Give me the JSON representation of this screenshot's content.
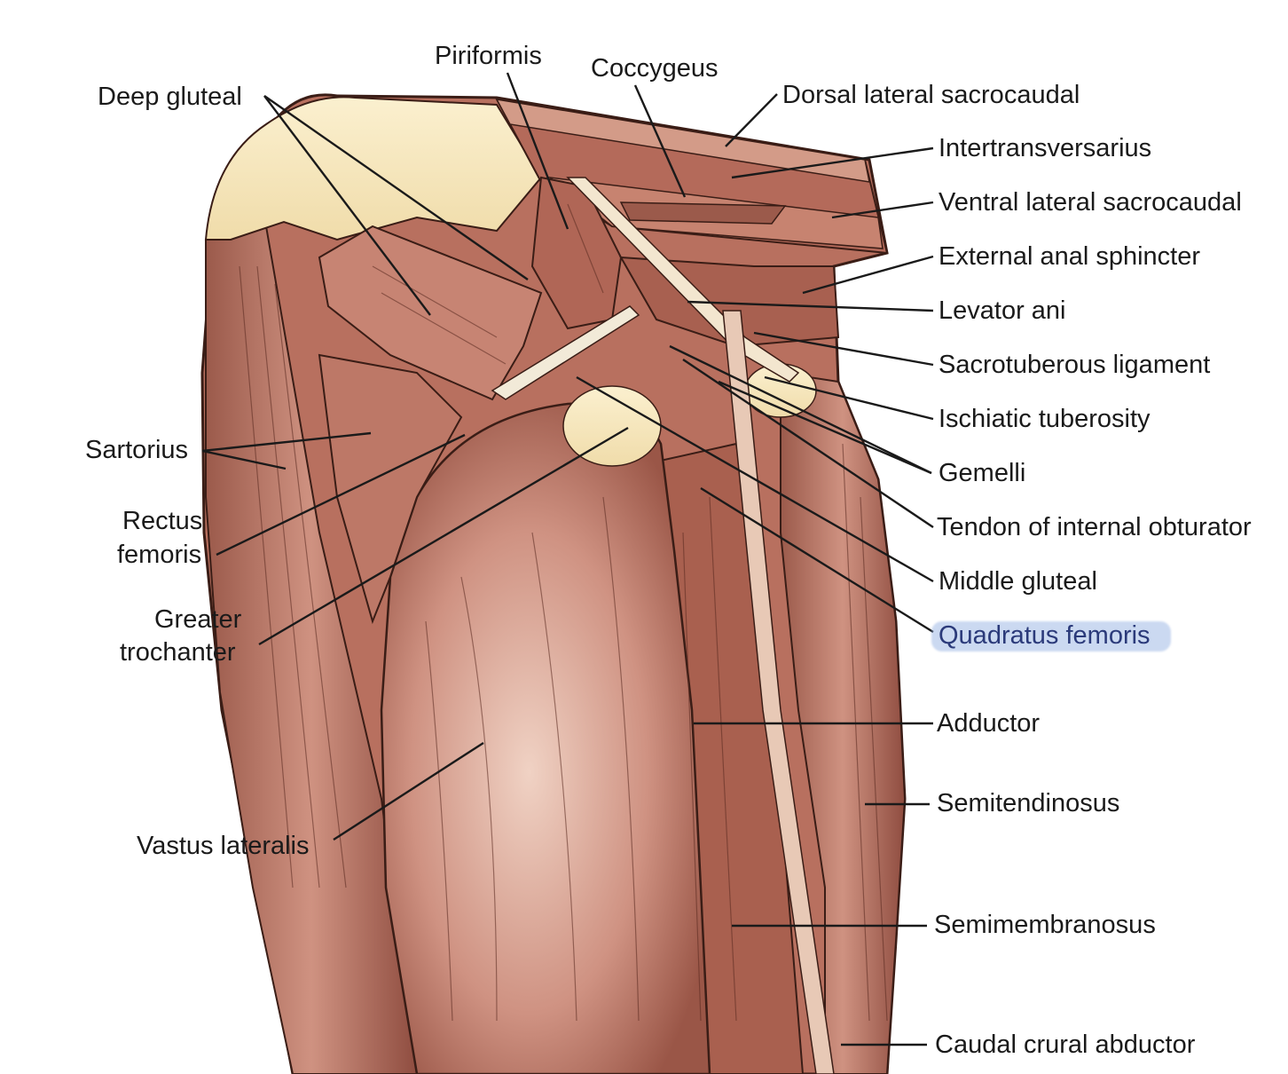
{
  "labels": {
    "deep_gluteal": "Deep gluteal",
    "piriformis": "Piriformis",
    "coccygeus": "Coccygeus",
    "dorsal_lateral_sacrocaudal": "Dorsal lateral sacrocaudal",
    "intertransversarius": "Intertransversarius",
    "ventral_lateral_sacrocaudal": "Ventral lateral sacrocaudal",
    "external_anal_sphincter": "External anal sphincter",
    "levator_ani": "Levator ani",
    "sacrotuberous_ligament": "Sacrotuberous ligament",
    "ischiatic_tuberosity": "Ischiatic tuberosity",
    "gemelli": "Gemelli",
    "tendon_internal_obturator": "Tendon of internal obturator",
    "middle_gluteal": "Middle gluteal",
    "quadratus_femoris": "Quadratus femoris",
    "adductor": "Adductor",
    "semitendinosus": "Semitendinosus",
    "semimembranosus": "Semimembranosus",
    "caudal_crural_abductor": "Caudal crural abductor",
    "sartorius": "Sartorius",
    "rectus_femoris_1": "Rectus",
    "rectus_femoris_2": "femoris",
    "greater_trochanter_1": "Greater",
    "greater_trochanter_2": "trochanter",
    "vastus_lateralis": "Vastus lateralis"
  },
  "colors": {
    "muscle": "#c27f6e",
    "muscle_dark": "#8a4a3c",
    "muscle_light": "#e3b8a6",
    "bone": "#f5e6bd",
    "line": "#1a1a1a",
    "highlight": "#8caae1"
  }
}
